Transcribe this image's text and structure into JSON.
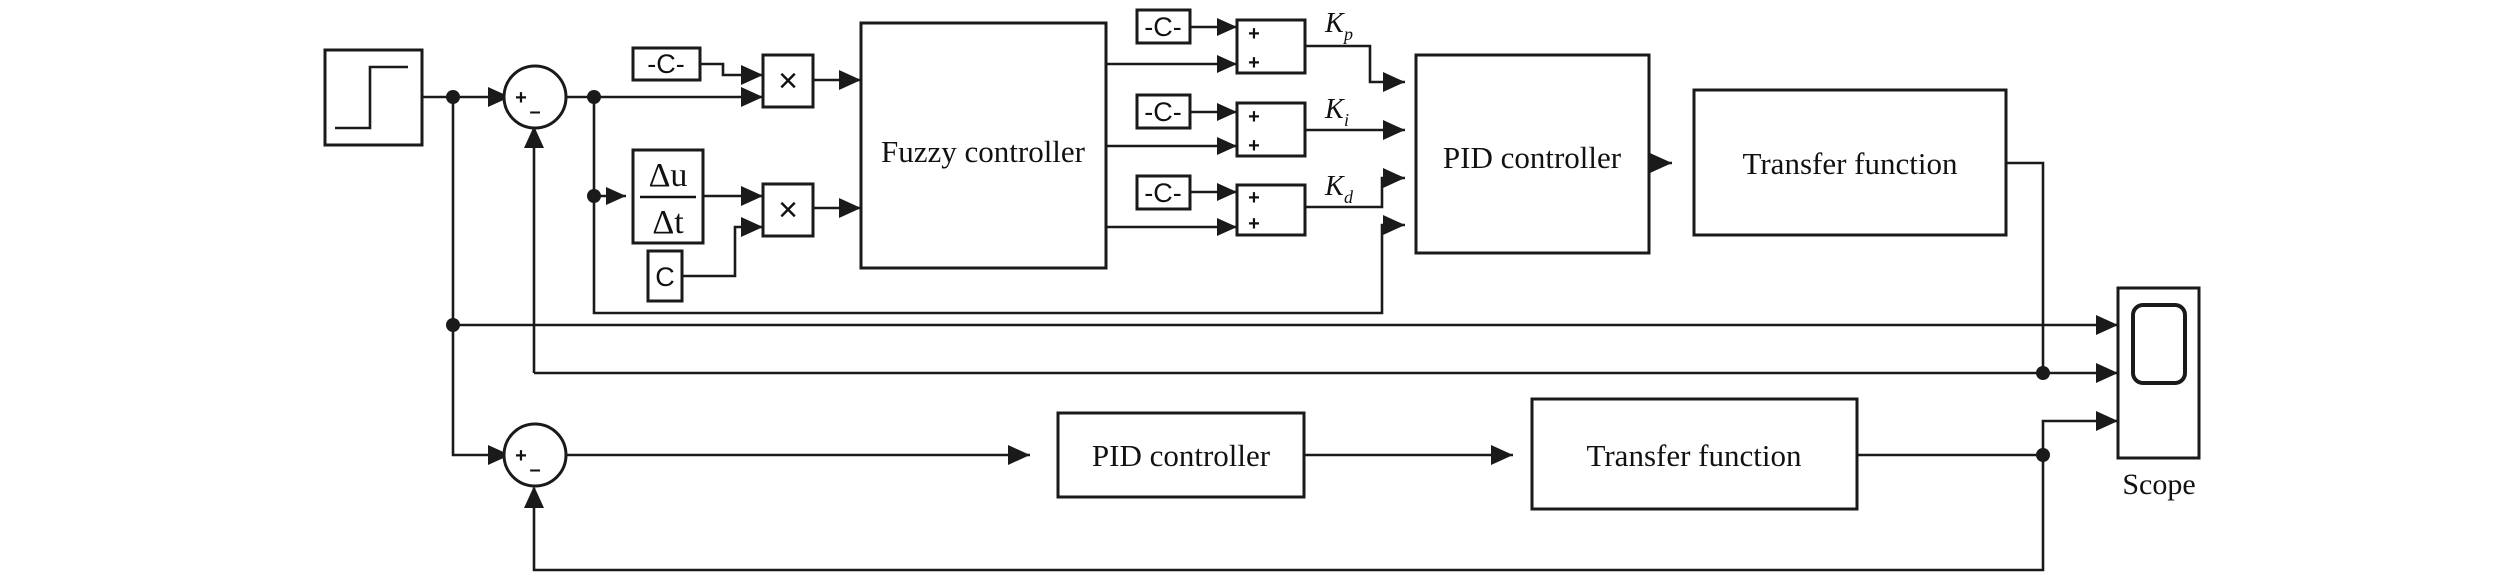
{
  "blocks": {
    "fuzzy": "Fuzzy controller",
    "pid_top": "PID controller",
    "tf_top": "Transfer function",
    "pid_bottom": "PID controller",
    "tf_bottom": "Transfer function",
    "scope": "Scope"
  },
  "constants": {
    "c1": "-C-",
    "c2": "C",
    "kp_const": "-C-",
    "ki_const": "-C-",
    "kd_const": "-C-"
  },
  "product_symbol": "×",
  "derivative": {
    "numerator": "Δu",
    "denominator": "Δt"
  },
  "sum_signs": {
    "plus": "+",
    "minus": "–"
  },
  "gains": {
    "kp": {
      "letter": "K",
      "sub": "p"
    },
    "ki": {
      "letter": "K",
      "sub": "i"
    },
    "kd": {
      "letter": "K",
      "sub": "d"
    }
  }
}
